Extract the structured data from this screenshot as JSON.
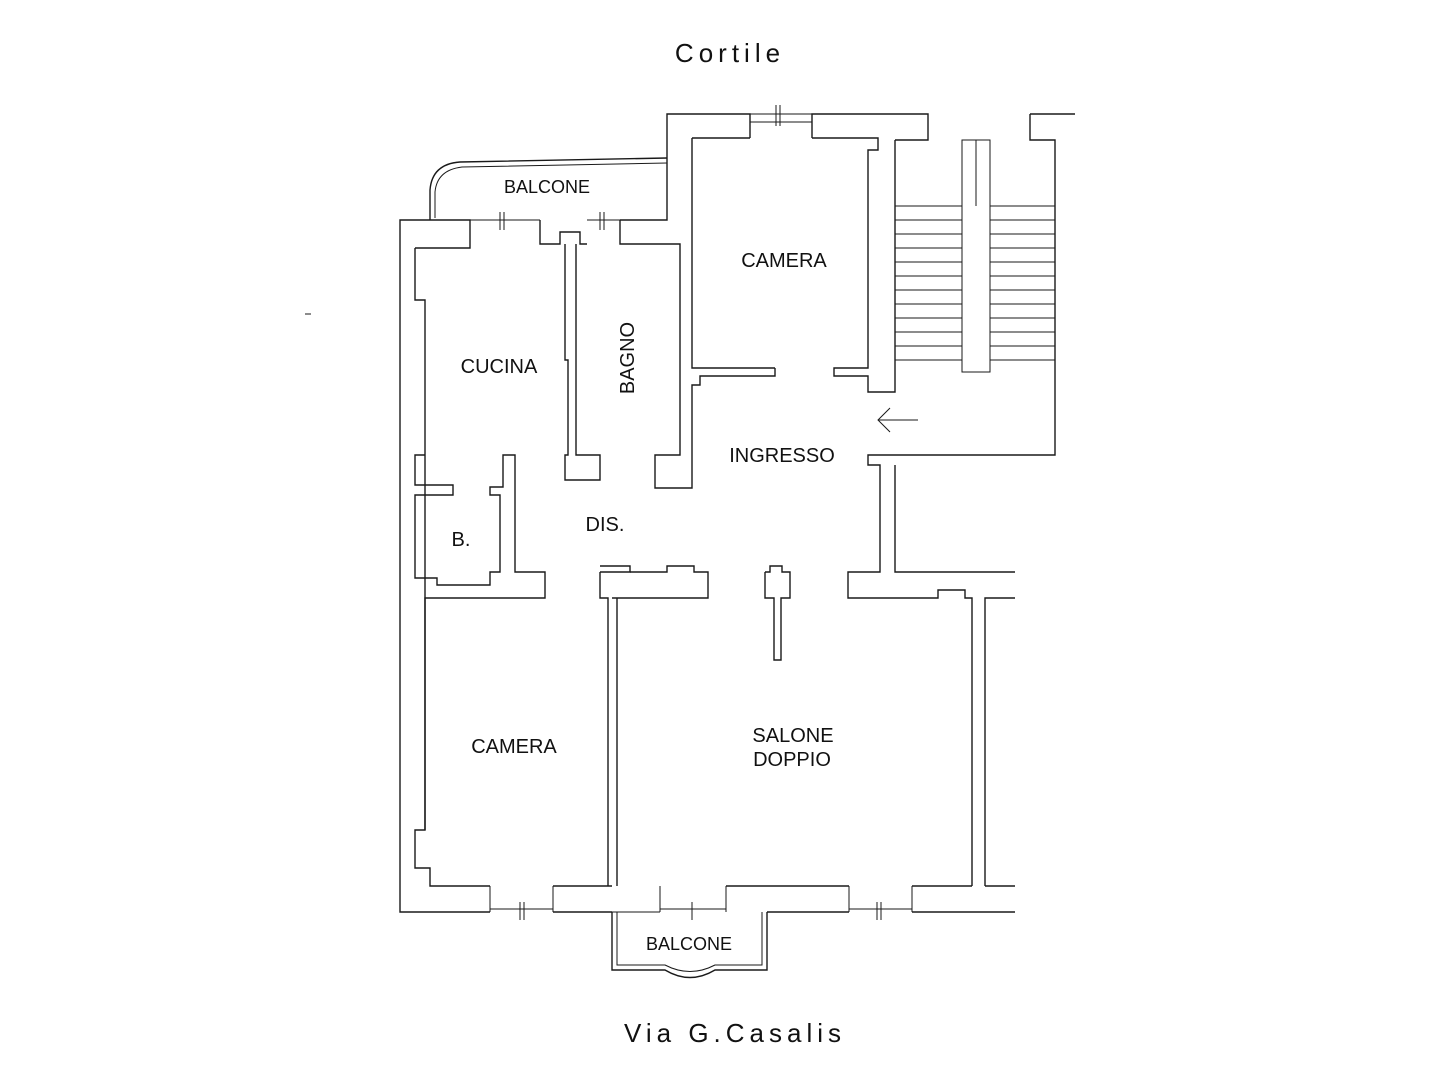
{
  "plan": {
    "top_label": "Cortile",
    "bottom_label": "Via G.Casalis",
    "rooms": {
      "balcone_top": "BALCONE",
      "camera_top": "CAMERA",
      "cucina": "CUCINA",
      "bagno": "BAGNO",
      "ingresso": "INGRESSO",
      "bagno_small": "B.",
      "disimpegno": "DIS.",
      "camera_bottom": "CAMERA",
      "salone_line1": "SALONE",
      "salone_line2": "DOPPIO",
      "balcone_bottom": "BALCONE"
    },
    "icons": {
      "entry_arrow": "arrow-left-icon",
      "stairs": "staircase-icon"
    }
  }
}
